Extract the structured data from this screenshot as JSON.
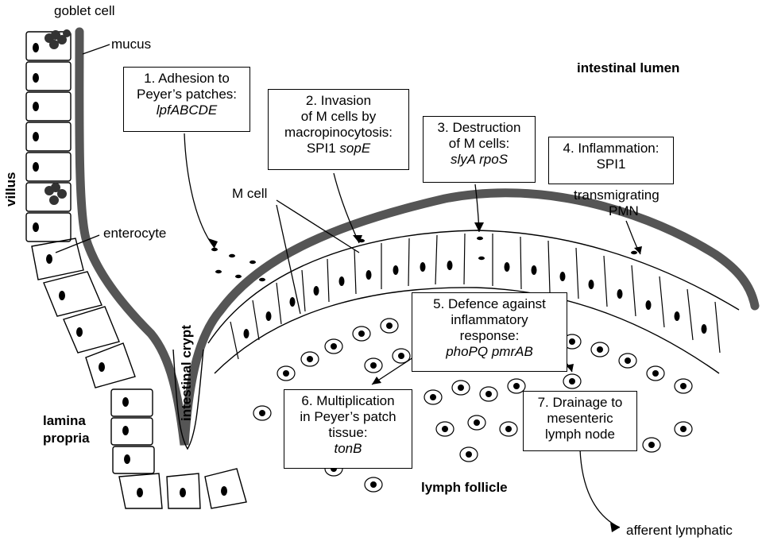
{
  "labels": {
    "goblet_cell": "goblet cell",
    "mucus": "mucus",
    "intestinal_lumen": "intestinal lumen",
    "villus": "villus",
    "m_cell": "M cell",
    "enterocyte": "enterocyte",
    "intestinal_crypt": "intestinal crypt",
    "lamina_propria_1": "lamina",
    "lamina_propria_2": "propria",
    "lymph_follicle": "lymph follicle",
    "afferent_lymphatic": "afferent lymphatic",
    "transmigrating_1": "transmigrating",
    "transmigrating_2": "PMN"
  },
  "steps": [
    {
      "line1": "1. Adhesion to",
      "line2": "Peyer’s patches:",
      "gene": "lpfABCDE"
    },
    {
      "line1": "2. Invasion",
      "line2": "of M cells by",
      "line3": "macropinocytosis:",
      "gene_prefix": "SPI1 ",
      "gene": "sopE"
    },
    {
      "line1": "3. Destruction",
      "line2": "of M cells:",
      "gene": "slyA rpoS"
    },
    {
      "line1": "4. Inflammation:",
      "line2": "SPI1"
    },
    {
      "line1": "5. Defence against",
      "line2": "inflammatory",
      "line3": "response:",
      "gene": "phoPQ pmrAB"
    },
    {
      "line1": "6. Multiplication",
      "line2": "in Peyer’s patch",
      "line3": "tissue:",
      "gene": "tonB"
    },
    {
      "line1": "7. Drainage to",
      "line2": "mesenteric",
      "line3": "lymph node"
    }
  ],
  "colors": {
    "ink": "#000000",
    "mucus": "#555555",
    "background": "#ffffff"
  }
}
